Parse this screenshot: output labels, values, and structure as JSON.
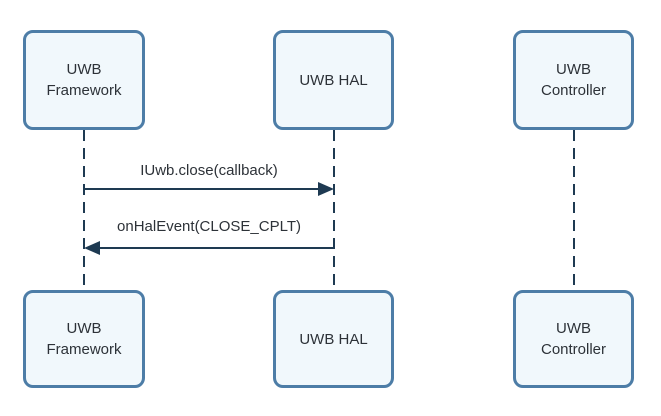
{
  "diagram": {
    "type": "sequence-diagram",
    "colors": {
      "box_border": "#4d7da7",
      "box_fill": "#f1f8fc",
      "line": "#1e3a52",
      "text": "#2d3238"
    },
    "actors": [
      {
        "id": "uwb-framework",
        "label": "UWB\nFramework"
      },
      {
        "id": "uwb-hal",
        "label": "UWB HAL"
      },
      {
        "id": "uwb-controller",
        "label": "UWB\nController"
      }
    ],
    "messages": [
      {
        "label": "IUwb.close(callback)",
        "from": "uwb-framework",
        "to": "uwb-hal",
        "direction": "right",
        "style": "solid-arrow"
      },
      {
        "label": "onHalEvent(CLOSE_CPLT)",
        "from": "uwb-hal",
        "to": "uwb-framework",
        "direction": "left",
        "style": "solid-arrow"
      }
    ]
  }
}
